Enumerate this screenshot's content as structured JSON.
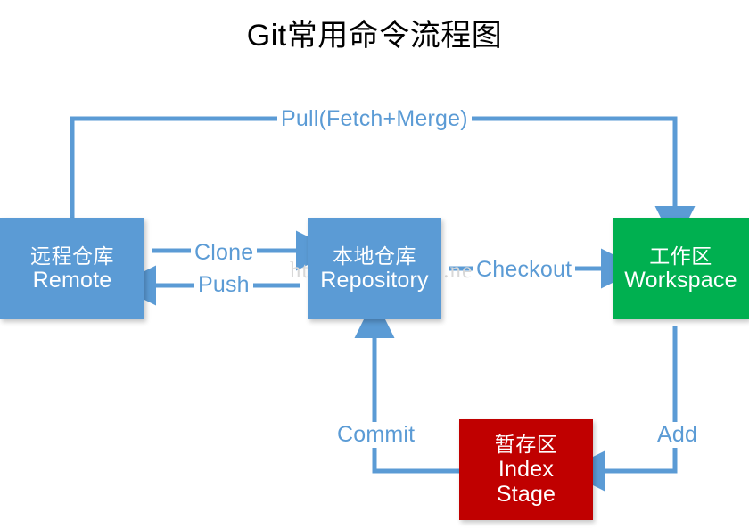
{
  "page": {
    "title": "Git常用命令流程图",
    "background": "#ffffff",
    "watermark": "http://blog.csdn.net/"
  },
  "colors": {
    "blue": "#5b9bd5",
    "green": "#00b050",
    "red": "#c00000",
    "arrow": "#5b9bd5",
    "label_text": "#5b9bd5",
    "node_text": "#ffffff",
    "title_text": "#000000",
    "watermark": "#d8d8d8"
  },
  "nodes": [
    {
      "id": "remote",
      "cn": "远程仓库",
      "en": "Remote",
      "color": "#5b9bd5"
    },
    {
      "id": "repository",
      "cn": "本地仓库",
      "en": "Repository",
      "color": "#5b9bd5"
    },
    {
      "id": "workspace",
      "cn": "工作区",
      "en": "Workspace",
      "color": "#00b050"
    },
    {
      "id": "index",
      "cn": "暂存区",
      "en": "Index",
      "en2": "Stage",
      "color": "#c00000"
    }
  ],
  "edges": [
    {
      "id": "pull",
      "label": "Pull(Fetch+Merge)",
      "from": "remote",
      "to": "workspace"
    },
    {
      "id": "clone",
      "label": "Clone",
      "from": "remote",
      "to": "repository"
    },
    {
      "id": "push",
      "label": "Push",
      "from": "repository",
      "to": "remote"
    },
    {
      "id": "checkout",
      "label": "Checkout",
      "from": "repository",
      "to": "workspace"
    },
    {
      "id": "commit",
      "label": "Commit",
      "from": "index",
      "to": "repository"
    },
    {
      "id": "add",
      "label": "Add",
      "from": "workspace",
      "to": "index"
    }
  ]
}
